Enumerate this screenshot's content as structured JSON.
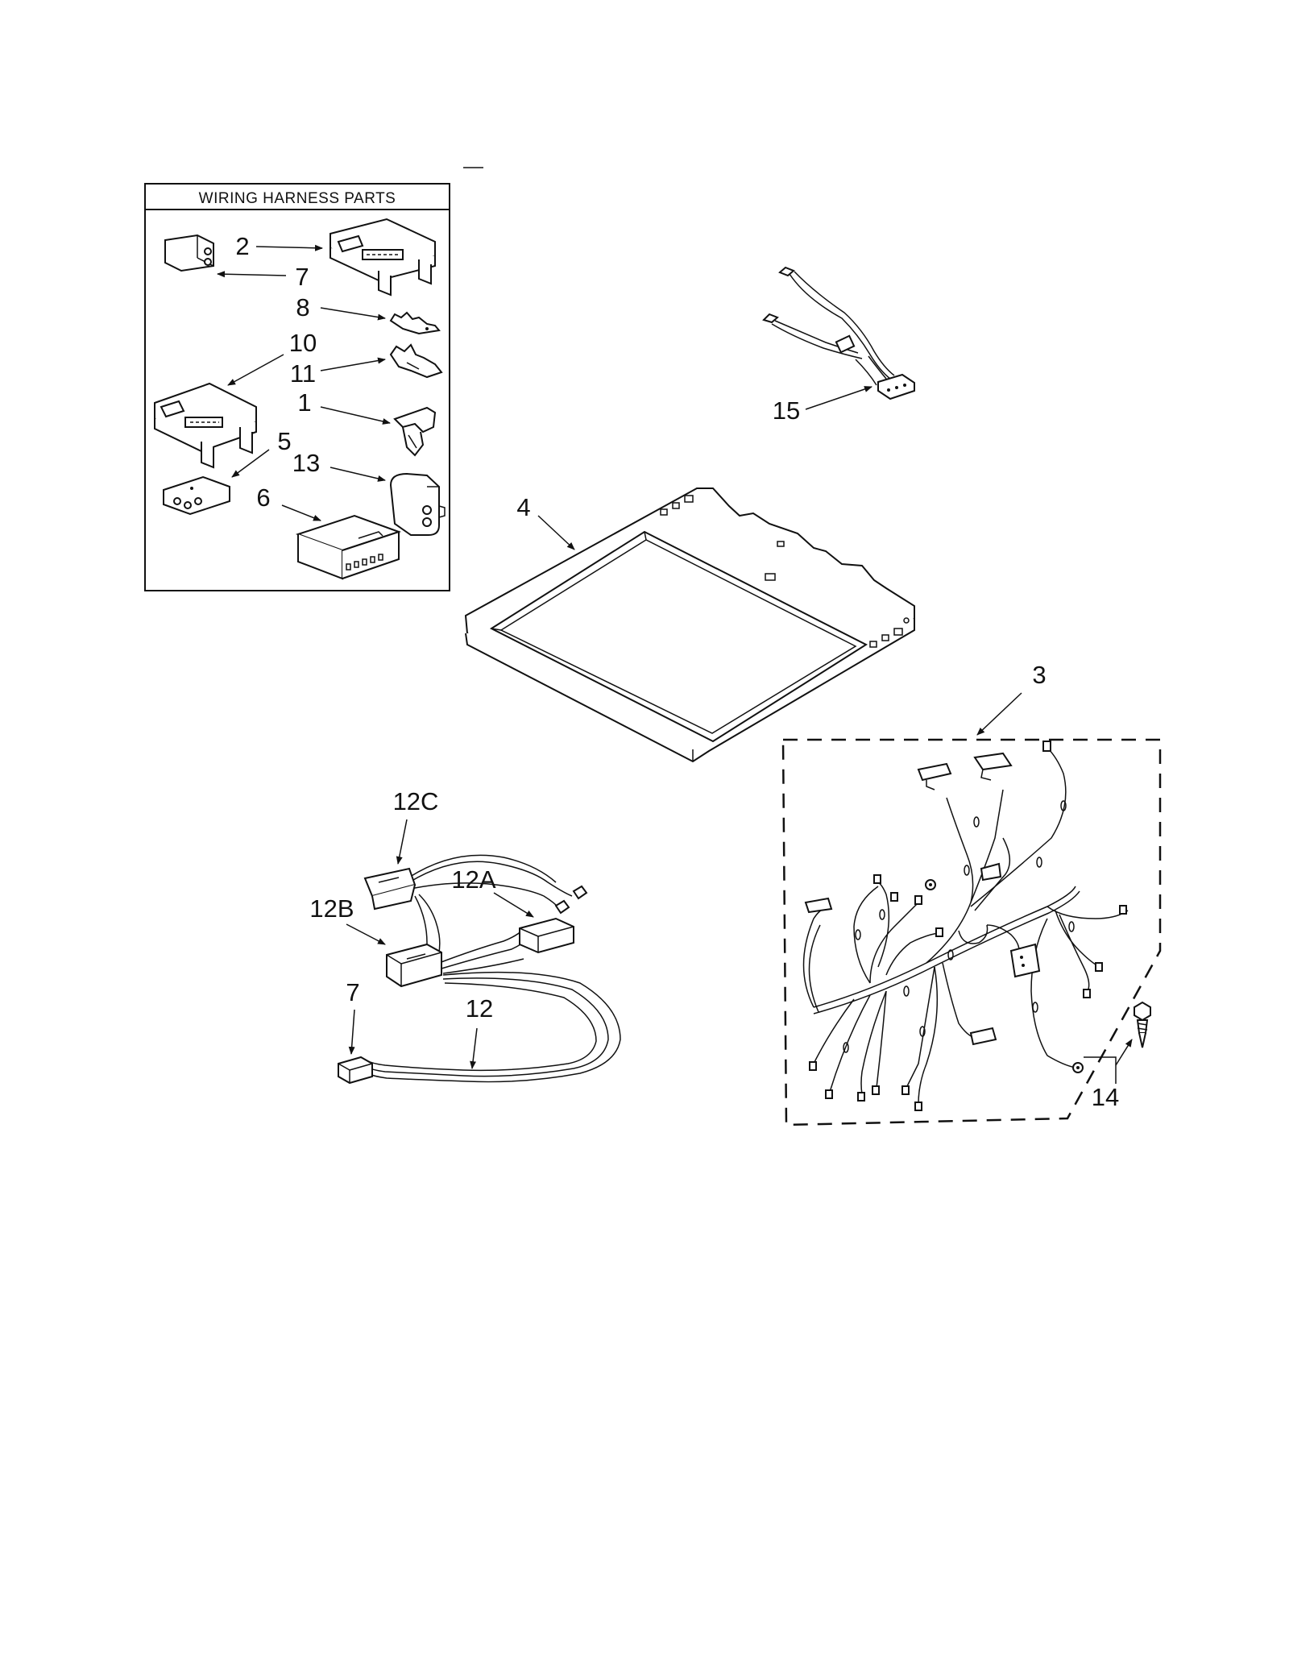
{
  "kit_box": {
    "title": "WIRING HARNESS PARTS"
  },
  "callouts": {
    "c1": "1",
    "c2": "2",
    "c3": "3",
    "c4": "4",
    "c5": "5",
    "c6": "6",
    "c7_kit": "7",
    "c7_harness": "7",
    "c8": "8",
    "c10": "10",
    "c11": "11",
    "c12": "12",
    "c12a": "12A",
    "c12b": "12B",
    "c12c": "12C",
    "c13": "13",
    "c14": "14",
    "c15": "15"
  }
}
